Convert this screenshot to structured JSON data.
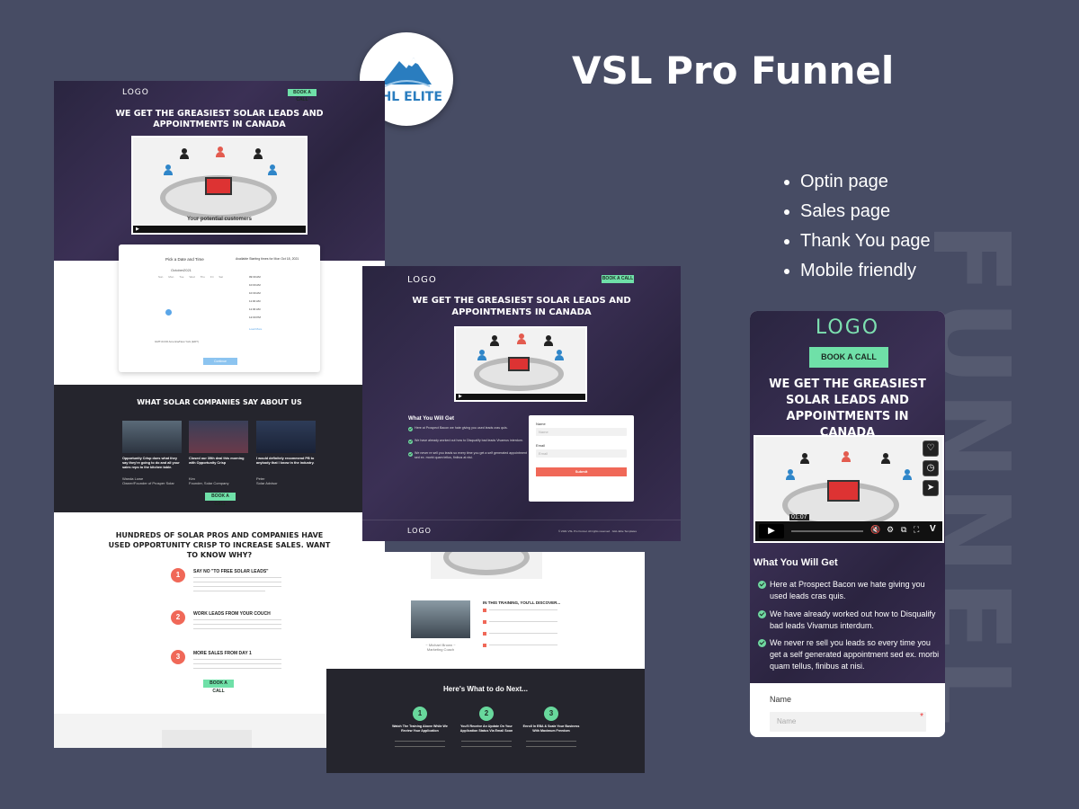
{
  "title": "VSL Pro Funnel",
  "brand": "GHL ELITE",
  "features": [
    "Optin page",
    "Sales page",
    "Thank You page",
    "Mobile friendly"
  ],
  "watermark": "FUNNEL",
  "funnel": {
    "logo": "LOGO",
    "book_call": "BOOK A CALL",
    "hero_line1": "WE GET THE GREASIEST SOLAR LEADS AND",
    "hero_line2": "APPOINTMENTS IN CANADA",
    "video_caption": "Your potential customers"
  },
  "calendar": {
    "title": "Pick a Date and Time",
    "available": "Available Starting times for Mon Oct 18, 2021",
    "month": "October",
    "year": "2021",
    "days": [
      "Sun",
      "Mon",
      "Tue",
      "Wed",
      "Thu",
      "Fri",
      "Sat"
    ],
    "timezone": "GMT-04:00 America/New York (EDT)",
    "times": [
      "09:30 AM",
      "10:00 AM",
      "10:30 AM",
      "11:00 AM",
      "11:30 AM",
      "12:00 PM"
    ],
    "load_more": "Load More",
    "continue": "Continue"
  },
  "testimonials": {
    "heading": "WHAT SOLAR COMPANIES SAY ABOUT US",
    "items": [
      {
        "quote": "Opportunity Crisp does what they say they're going to do and all your sales reps to the kitchen table.",
        "name": "Wanda Lowe",
        "role": "Owner/Founder of Prosper Solar"
      },
      {
        "quote": "Closed our 39th deal this morning with Opportunity Crisp",
        "name": "Kim",
        "role": "Founder, Solar Company"
      },
      {
        "quote": "I would definitely recommend PB to anybody that I know in the industry.",
        "name": "Peter",
        "role": "Solar Advisor"
      }
    ],
    "cta": "BOOK A CALL"
  },
  "why": {
    "heading_line1": "HUNDREDS OF SOLAR PROS AND COMPANIES HAVE",
    "heading_line2": "USED OPPORTUNITY CRISP TO INCREASE SALES. WANT",
    "heading_line3": "TO KNOW WHY?",
    "items": [
      {
        "num": "1",
        "title": "SAY NO \"TO FREE SOLAR LEADS\""
      },
      {
        "num": "2",
        "title": "WORK LEADS FROM YOUR COUCH"
      },
      {
        "num": "3",
        "title": "MORE SALES FROM DAY 1"
      }
    ],
    "cta": "BOOK A CALL"
  },
  "optin": {
    "what_you_get": "What You Will Get",
    "bullets": [
      "Here at Prospect Bacon we hate giving you used leads cras quis.",
      "We have already worked out how to Disqualify bad leads Vivamus interdum.",
      "We never re sell you leads so every time you get a self generated appointment sed ex. morbi quam tellus, finibus at nisi."
    ],
    "name_label": "Name",
    "name_placeholder": "Name",
    "email_label": "Email",
    "email_placeholder": "Email",
    "submit": "Submit",
    "footer_logo": "LOGO",
    "footer_text": "© 2021 VSL Pro Funnel. All rights reserved · GHL Elite Templates"
  },
  "thankyou": {
    "training_title": "IN THIS TRAINING, YOU'LL DISCOVER...",
    "person_caption": "~ Michael Brown ~ Marketing Coach",
    "next_heading": "Here's What to do Next...",
    "steps": [
      {
        "num": "1",
        "title": "Watch The Training Above While We Review Your Application"
      },
      {
        "num": "2",
        "title": "You'll Receive An Update On Your Application Status Via Email Soon"
      },
      {
        "num": "3",
        "title": "Enroll In EBA & Scale Your Business With Maximum Freedom"
      }
    ]
  },
  "mobile": {
    "video_time": "01:07"
  }
}
